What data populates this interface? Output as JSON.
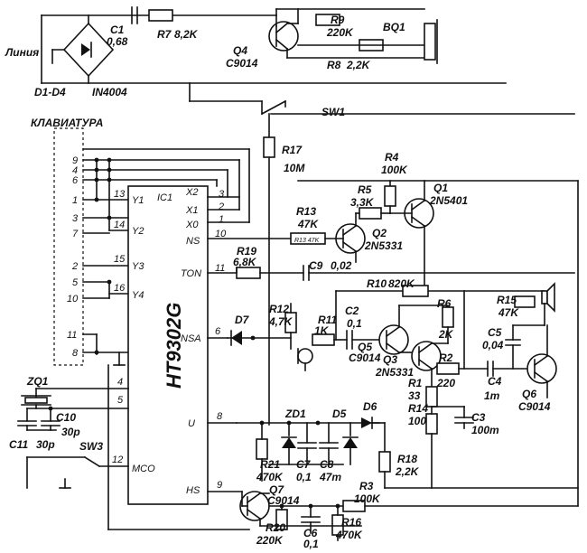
{
  "line_label": "Линия",
  "keyboard_label": "КЛАВИАТУРА",
  "ic": {
    "name": "HT9302G",
    "ref": "IC1",
    "pins_left": [
      "Y1",
      "Y2",
      "Y3",
      "Y4",
      "MCO"
    ],
    "pins_right": [
      "X2",
      "X1",
      "X0",
      "NS",
      "TON",
      "NSA",
      "U",
      "HS"
    ],
    "pin_numbers": [
      "13",
      "14",
      "15",
      "16",
      "4",
      "5",
      "12",
      "3",
      "2",
      "1",
      "10",
      "11",
      "6",
      "8",
      "9"
    ]
  },
  "keys": [
    "9",
    "4",
    "6",
    "1",
    "3",
    "7",
    "2",
    "5",
    "10",
    "11",
    "8"
  ],
  "components": {
    "c1": {
      "ref": "C1",
      "value": "0,68"
    },
    "r7": {
      "ref": "R7",
      "value": "8,2K"
    },
    "r9": {
      "ref": "R9",
      "value": "220K"
    },
    "bq1": {
      "ref": "BQ1"
    },
    "q4": {
      "ref": "Q4",
      "value": "C9014"
    },
    "r8": {
      "ref": "R8",
      "value": "2,2K"
    },
    "d1d4": {
      "ref": "D1-D4",
      "value": "IN4004"
    },
    "sw1": {
      "ref": "SW1"
    },
    "r17": {
      "ref": "R17",
      "value": "10M"
    },
    "r4": {
      "ref": "R4",
      "value": "100K"
    },
    "q1": {
      "ref": "Q1",
      "value": "2N5401"
    },
    "r5": {
      "ref": "R5",
      "value": "3,3K"
    },
    "r13": {
      "ref": "R13",
      "value": "47K",
      "tag": "R13 47K"
    },
    "q2": {
      "ref": "Q2",
      "value": "2N5331"
    },
    "r19": {
      "ref": "R19",
      "value": "6,8K"
    },
    "c9": {
      "ref": "C9",
      "value": "0,02"
    },
    "r10": {
      "ref": "R10",
      "value": "820K"
    },
    "r12": {
      "ref": "R12",
      "value": "4,7K"
    },
    "r11": {
      "ref": "R11",
      "value": "1K"
    },
    "c2": {
      "ref": "C2",
      "value": "0,1"
    },
    "r6": {
      "ref": "R6",
      "value": "2K"
    },
    "r15": {
      "ref": "R15",
      "value": "47K"
    },
    "c5": {
      "ref": "C5",
      "value": "0,04"
    },
    "d7": {
      "ref": "D7"
    },
    "q5": {
      "ref": "Q5",
      "value": "C9014"
    },
    "q3": {
      "ref": "Q3",
      "value": "2N5331"
    },
    "r2": {
      "ref": "R2",
      "value": "220"
    },
    "c4": {
      "ref": "C4",
      "value": "1m"
    },
    "q6": {
      "ref": "Q6",
      "value": "C9014"
    },
    "r1": {
      "ref": "R1",
      "value": "33"
    },
    "r14": {
      "ref": "R14",
      "value": "100"
    },
    "c3": {
      "ref": "C3",
      "value": "100m"
    },
    "zq1": {
      "ref": "ZQ1"
    },
    "c10": {
      "ref": "C10",
      "value": "30p"
    },
    "c11": {
      "ref": "C11",
      "value": "30p"
    },
    "sw3": {
      "ref": "SW3"
    },
    "zd1": {
      "ref": "ZD1"
    },
    "d5": {
      "ref": "D5"
    },
    "d6": {
      "ref": "D6"
    },
    "r21": {
      "ref": "R21",
      "value": "470K"
    },
    "c7": {
      "ref": "C7",
      "value": "0,1"
    },
    "c8": {
      "ref": "C8",
      "value": "47m"
    },
    "r18": {
      "ref": "R18",
      "value": "2,2K"
    },
    "q7": {
      "ref": "Q7",
      "value": "C9014"
    },
    "r3": {
      "ref": "R3",
      "value": "100K"
    },
    "r16": {
      "ref": "R16",
      "value": "470K"
    },
    "r20": {
      "ref": "R20",
      "value": "220K"
    },
    "c6": {
      "ref": "C6",
      "value": "0,1"
    }
  }
}
